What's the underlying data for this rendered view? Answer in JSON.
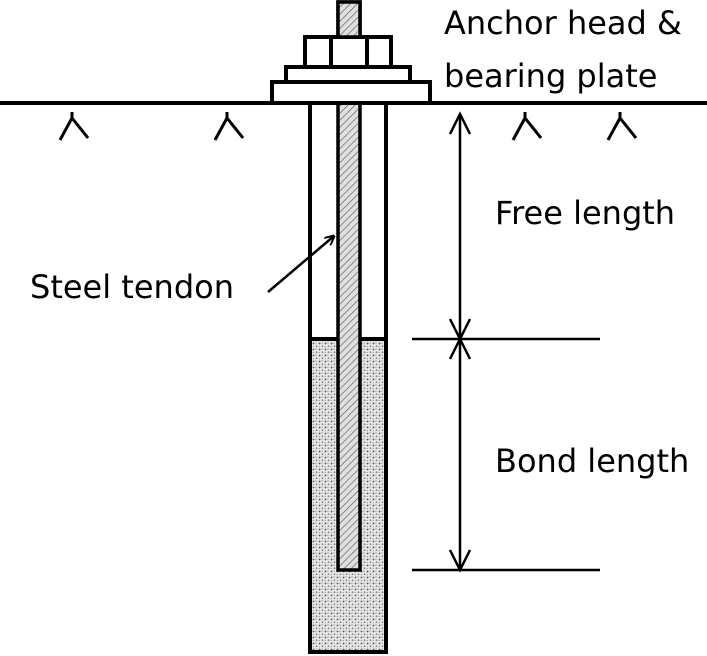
{
  "labels": {
    "anchor_head_line1": "Anchor head &",
    "anchor_head_line2": "bearing plate",
    "free_length": "Free length",
    "steel_tendon": "Steel tendon",
    "bond_length": "Bond length"
  },
  "colors": {
    "stroke": "#000000",
    "background": "#ffffff",
    "grout_fill": "#d9d9d9",
    "tendon_fill": "#bdbdbd"
  }
}
